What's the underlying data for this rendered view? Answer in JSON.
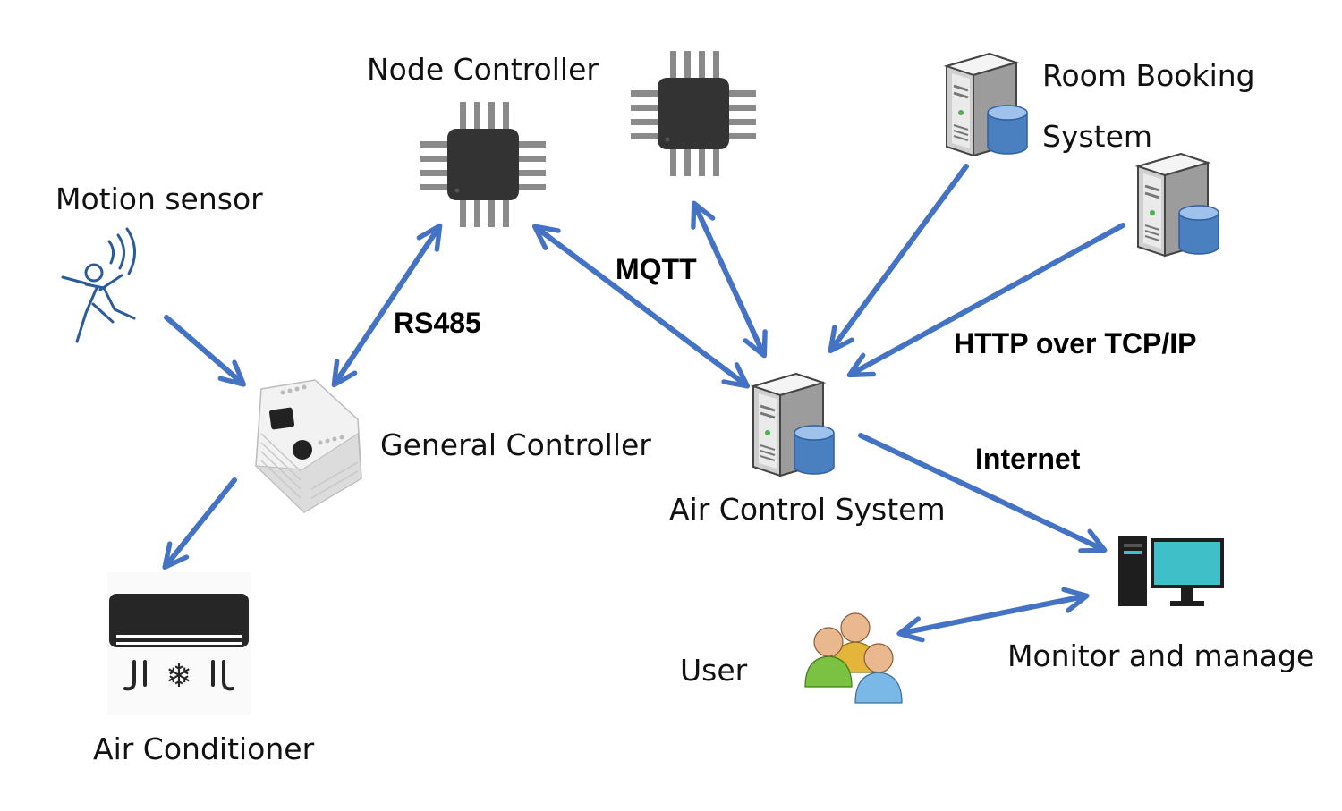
{
  "labels": {
    "node_controller": "Node Controller",
    "room_booking_line1": "Room Booking",
    "room_booking_line2": "System",
    "motion_sensor": "Motion sensor",
    "general_controller": "General Controller",
    "air_control_system": "Air Control System",
    "air_conditioner": "Air Conditioner",
    "user": "User",
    "monitor_and_manage": "Monitor and manage"
  },
  "protocols": {
    "rs485": "RS485",
    "mqtt": "MQTT",
    "http": "HTTP over TCP/IP",
    "internet": "Internet"
  },
  "colors": {
    "arrow": "#4472c4",
    "chip": "#333333",
    "pins": "#8a8a8a",
    "server_db": "#4a7fc0",
    "monitor_screen": "#3fc0c8"
  },
  "icons": [
    "chip-icon",
    "server-database-icon",
    "motion-sensor-icon",
    "plc-controller-icon",
    "air-conditioner-icon",
    "users-icon",
    "desktop-computer-icon"
  ]
}
